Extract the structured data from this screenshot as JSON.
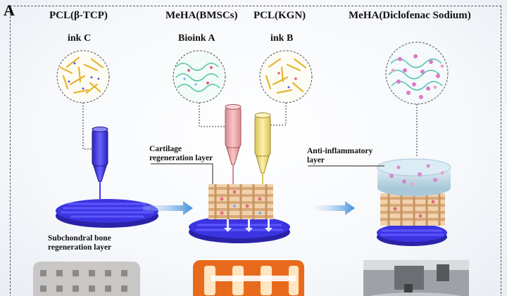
{
  "panel_label": "A",
  "headers": {
    "pcl_tcp": "PCL(β-TCP)",
    "meha_bmsc": "MeHA(BMSCs)",
    "pcl_kgn": "PCL(KGN)",
    "meha_dic": "MeHA(Diclofenac Sodium)"
  },
  "inks": {
    "c": "ink C",
    "a": "Bioink A",
    "b": "ink B"
  },
  "layers": {
    "subchondral_1": "Subchondral bone",
    "subchondral_2": "regeneration layer",
    "cartilage_1": "Cartilage",
    "cartilage_2": "regeneration layer",
    "anti_1": "Anti-inflammatory",
    "anti_2": "layer"
  },
  "colors": {
    "bone_blue": "#3b34e0",
    "cartilage_beige": "#e8c49a",
    "accent_arrow": "#3f8fd8",
    "hydrogel": "#b9d8e6"
  }
}
